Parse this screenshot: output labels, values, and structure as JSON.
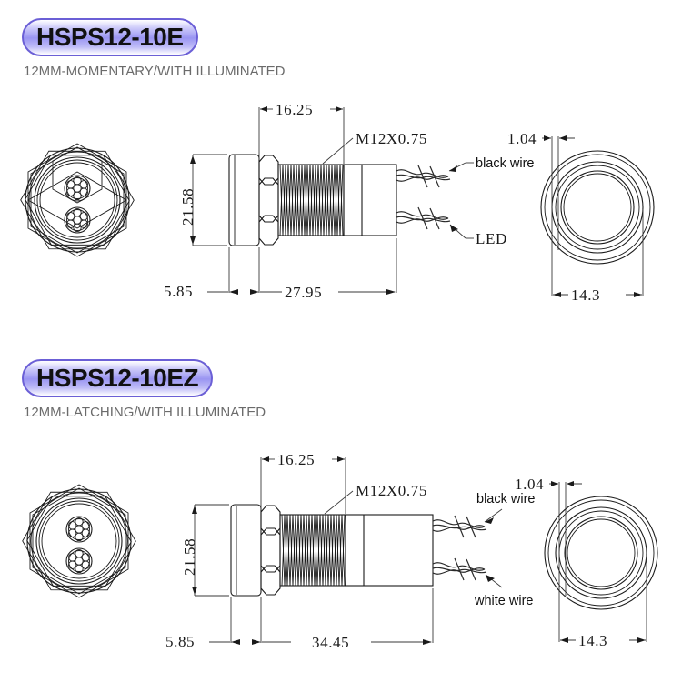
{
  "page": {
    "title": "HSPS12-10E / HSPS12-10EZ push button switch dimension drawings",
    "background": "#ffffff",
    "badge_border_color": "#6b5fd6",
    "badge_fill_color": "#9a95f2",
    "subtitle_color": "#6b6b6b",
    "line_color": "#1a1a1a"
  },
  "sections": [
    {
      "id": "hsps12-10e",
      "badge_label": "HSPS12-10E",
      "subtitle": "12MM-MOMENTARY/WITH ILLUMINATED",
      "front_view": {
        "name": "front-view-hex-nut",
        "wire_cores": 2
      },
      "side_view": {
        "thread_callout": "M12X0.75",
        "dimensions": {
          "head_to_nut": "16.25",
          "head_height": "21.58",
          "head_thickness": "5.85",
          "body_length": "27.95"
        },
        "wire_labels": {
          "top": "black wire",
          "bottom": "LED"
        }
      },
      "rear_view": {
        "name": "rear-view-bezel",
        "dimensions": {
          "bezel_thickness": "1.04",
          "bezel_diameter": "14.3"
        }
      }
    },
    {
      "id": "hsps12-10ez",
      "badge_label": "HSPS12-10EZ",
      "subtitle": "12MM-LATCHING/WITH ILLUMINATED",
      "front_view": {
        "name": "front-view-hex-nut",
        "wire_cores": 2
      },
      "side_view": {
        "thread_callout": "M12X0.75",
        "dimensions": {
          "head_to_nut": "16.25",
          "head_height": "21.58",
          "head_thickness": "5.85",
          "body_length": "34.45"
        },
        "wire_labels": {
          "top": "black wire",
          "bottom": "white wire"
        }
      },
      "rear_view": {
        "name": "rear-view-bezel",
        "dimensions": {
          "bezel_thickness": "1.04",
          "bezel_diameter": "14.3"
        }
      }
    }
  ]
}
